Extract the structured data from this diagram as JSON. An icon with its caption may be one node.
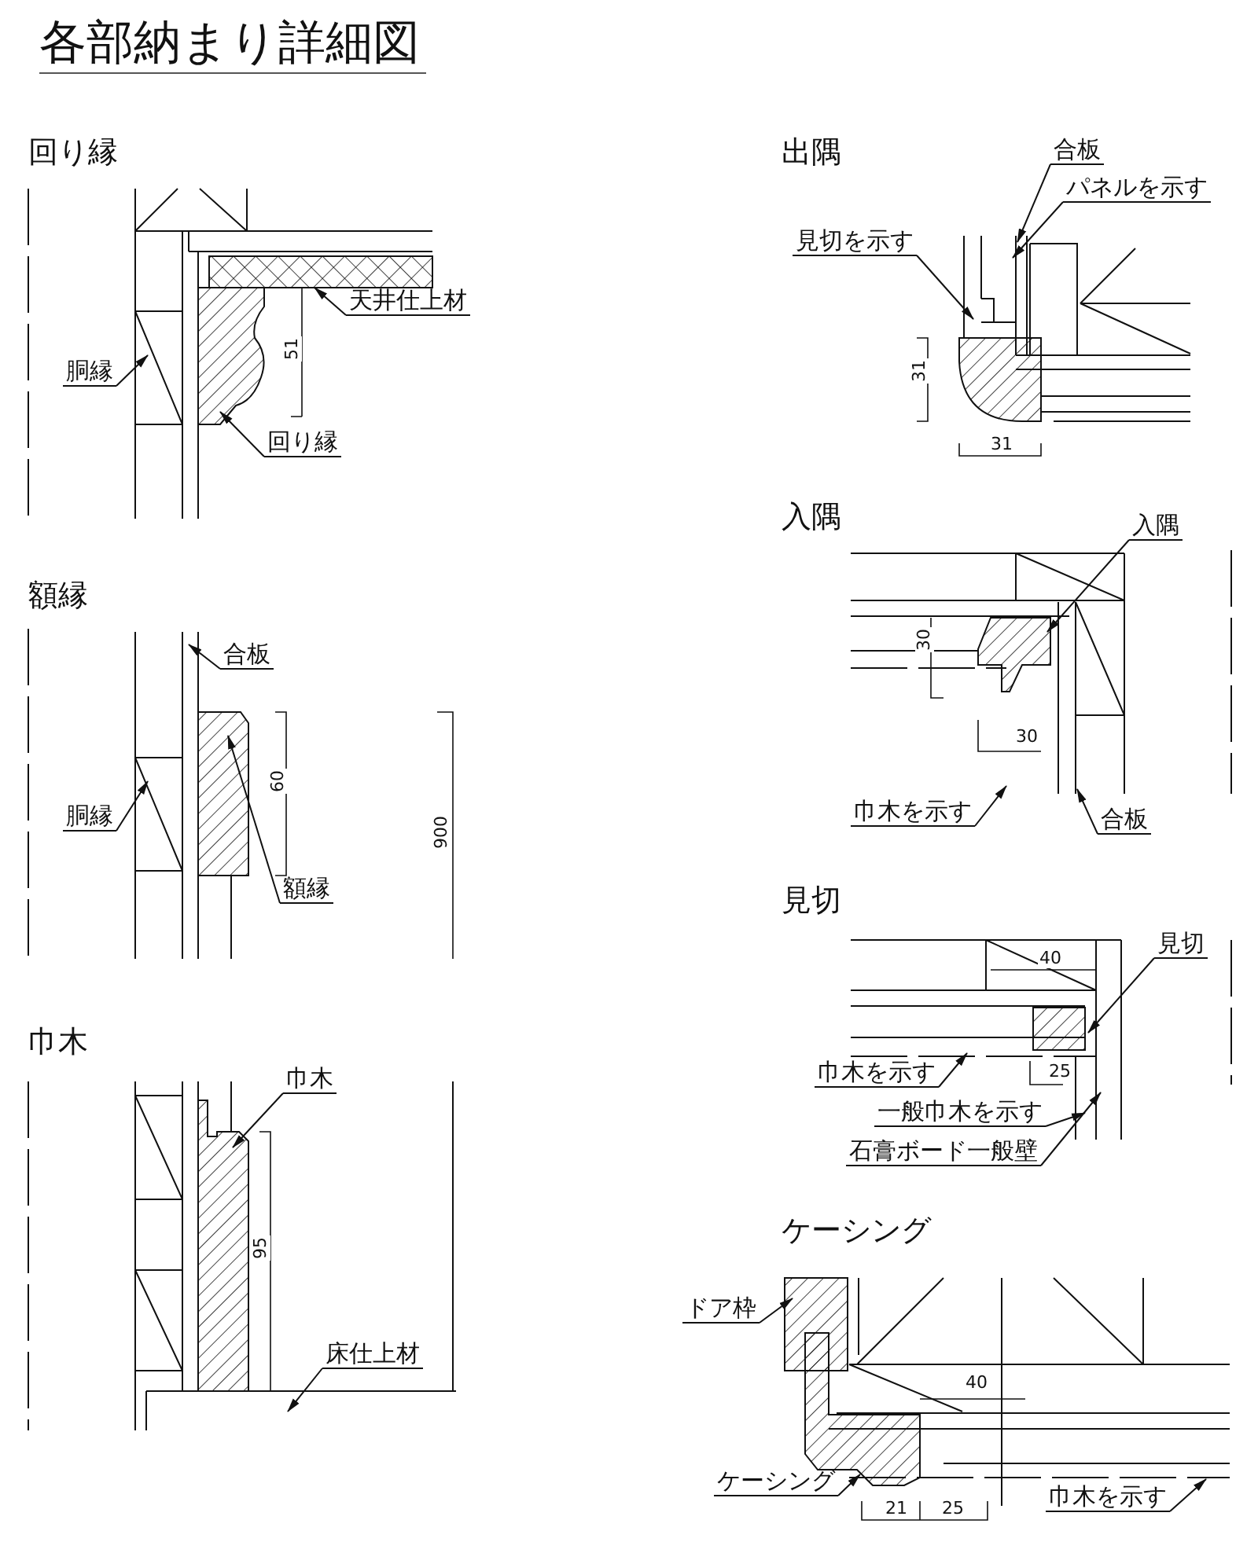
{
  "diagram": {
    "title": "各部納まり詳細図",
    "nodes": [
      {
        "text": [
          "天井仕上材"
        ]
      },
      {
        "text": [
          "胴縁"
        ]
      },
      {
        "text": [
          "回り縁"
        ]
      },
      {
        "text": [
          "合板"
        ]
      },
      {
        "text": [
          "パネルを示す"
        ]
      },
      {
        "text": [
          "見切を示す"
        ]
      },
      {
        "text": [
          "合板"
        ]
      },
      {
        "text": [
          "胴縁"
        ]
      },
      {
        "text": [
          "額縁"
        ]
      },
      {
        "text": [
          "入隅"
        ]
      },
      {
        "text": [
          "巾木を示す"
        ]
      },
      {
        "text": [
          "合板"
        ]
      },
      {
        "text": [
          "巾木"
        ]
      },
      {
        "text": [
          "床仕上材"
        ]
      },
      {
        "text": [
          "見切"
        ]
      },
      {
        "text": [
          "巾木を示す"
        ]
      },
      {
        "text": [
          "一般巾木を示す"
        ]
      },
      {
        "text": [
          "石膏ボード一般壁"
        ]
      },
      {
        "text": [
          "ドア枠"
        ]
      },
      {
        "text": [
          "ケーシング"
        ]
      },
      {
        "text": [
          "巾木を示す"
        ]
      }
    ],
    "edges": [
      {
        "from": 0,
        "to": null,
        "arrow": "to"
      },
      {
        "from": 1,
        "to": null,
        "arrow": "to"
      },
      {
        "from": 2,
        "to": null,
        "arrow": "to"
      },
      {
        "from": 3,
        "to": null,
        "arrow": "to"
      },
      {
        "from": 4,
        "to": null,
        "arrow": "to"
      },
      {
        "from": 5,
        "to": null,
        "arrow": "to"
      },
      {
        "from": 6,
        "to": null,
        "arrow": "to"
      },
      {
        "from": 7,
        "to": null,
        "arrow": "to"
      },
      {
        "from": 8,
        "to": null,
        "arrow": "to"
      },
      {
        "from": 9,
        "to": null,
        "arrow": "to"
      },
      {
        "from": 10,
        "to": null,
        "arrow": "to"
      },
      {
        "from": 11,
        "to": null,
        "arrow": "to"
      },
      {
        "from": 12,
        "to": null,
        "arrow": "to"
      },
      {
        "from": 13,
        "to": null,
        "arrow": "to"
      },
      {
        "from": 14,
        "to": null,
        "arrow": "to"
      },
      {
        "from": 15,
        "to": null,
        "arrow": "to"
      },
      {
        "from": 16,
        "to": null,
        "arrow": "to"
      },
      {
        "from": 17,
        "to": null,
        "arrow": "to"
      },
      {
        "from": 18,
        "to": null,
        "arrow": "to"
      },
      {
        "from": 19,
        "to": null,
        "arrow": "to"
      },
      {
        "from": 20,
        "to": null,
        "arrow": "to"
      }
    ],
    "labels": [
      "回り縁",
      "51",
      "出隅",
      "31",
      "31",
      "額縁",
      "60",
      "900",
      "入隅",
      "30",
      "30",
      "巾木",
      "95",
      "見切",
      "40",
      "25",
      "ケーシング",
      "40",
      "21",
      "25"
    ]
  }
}
